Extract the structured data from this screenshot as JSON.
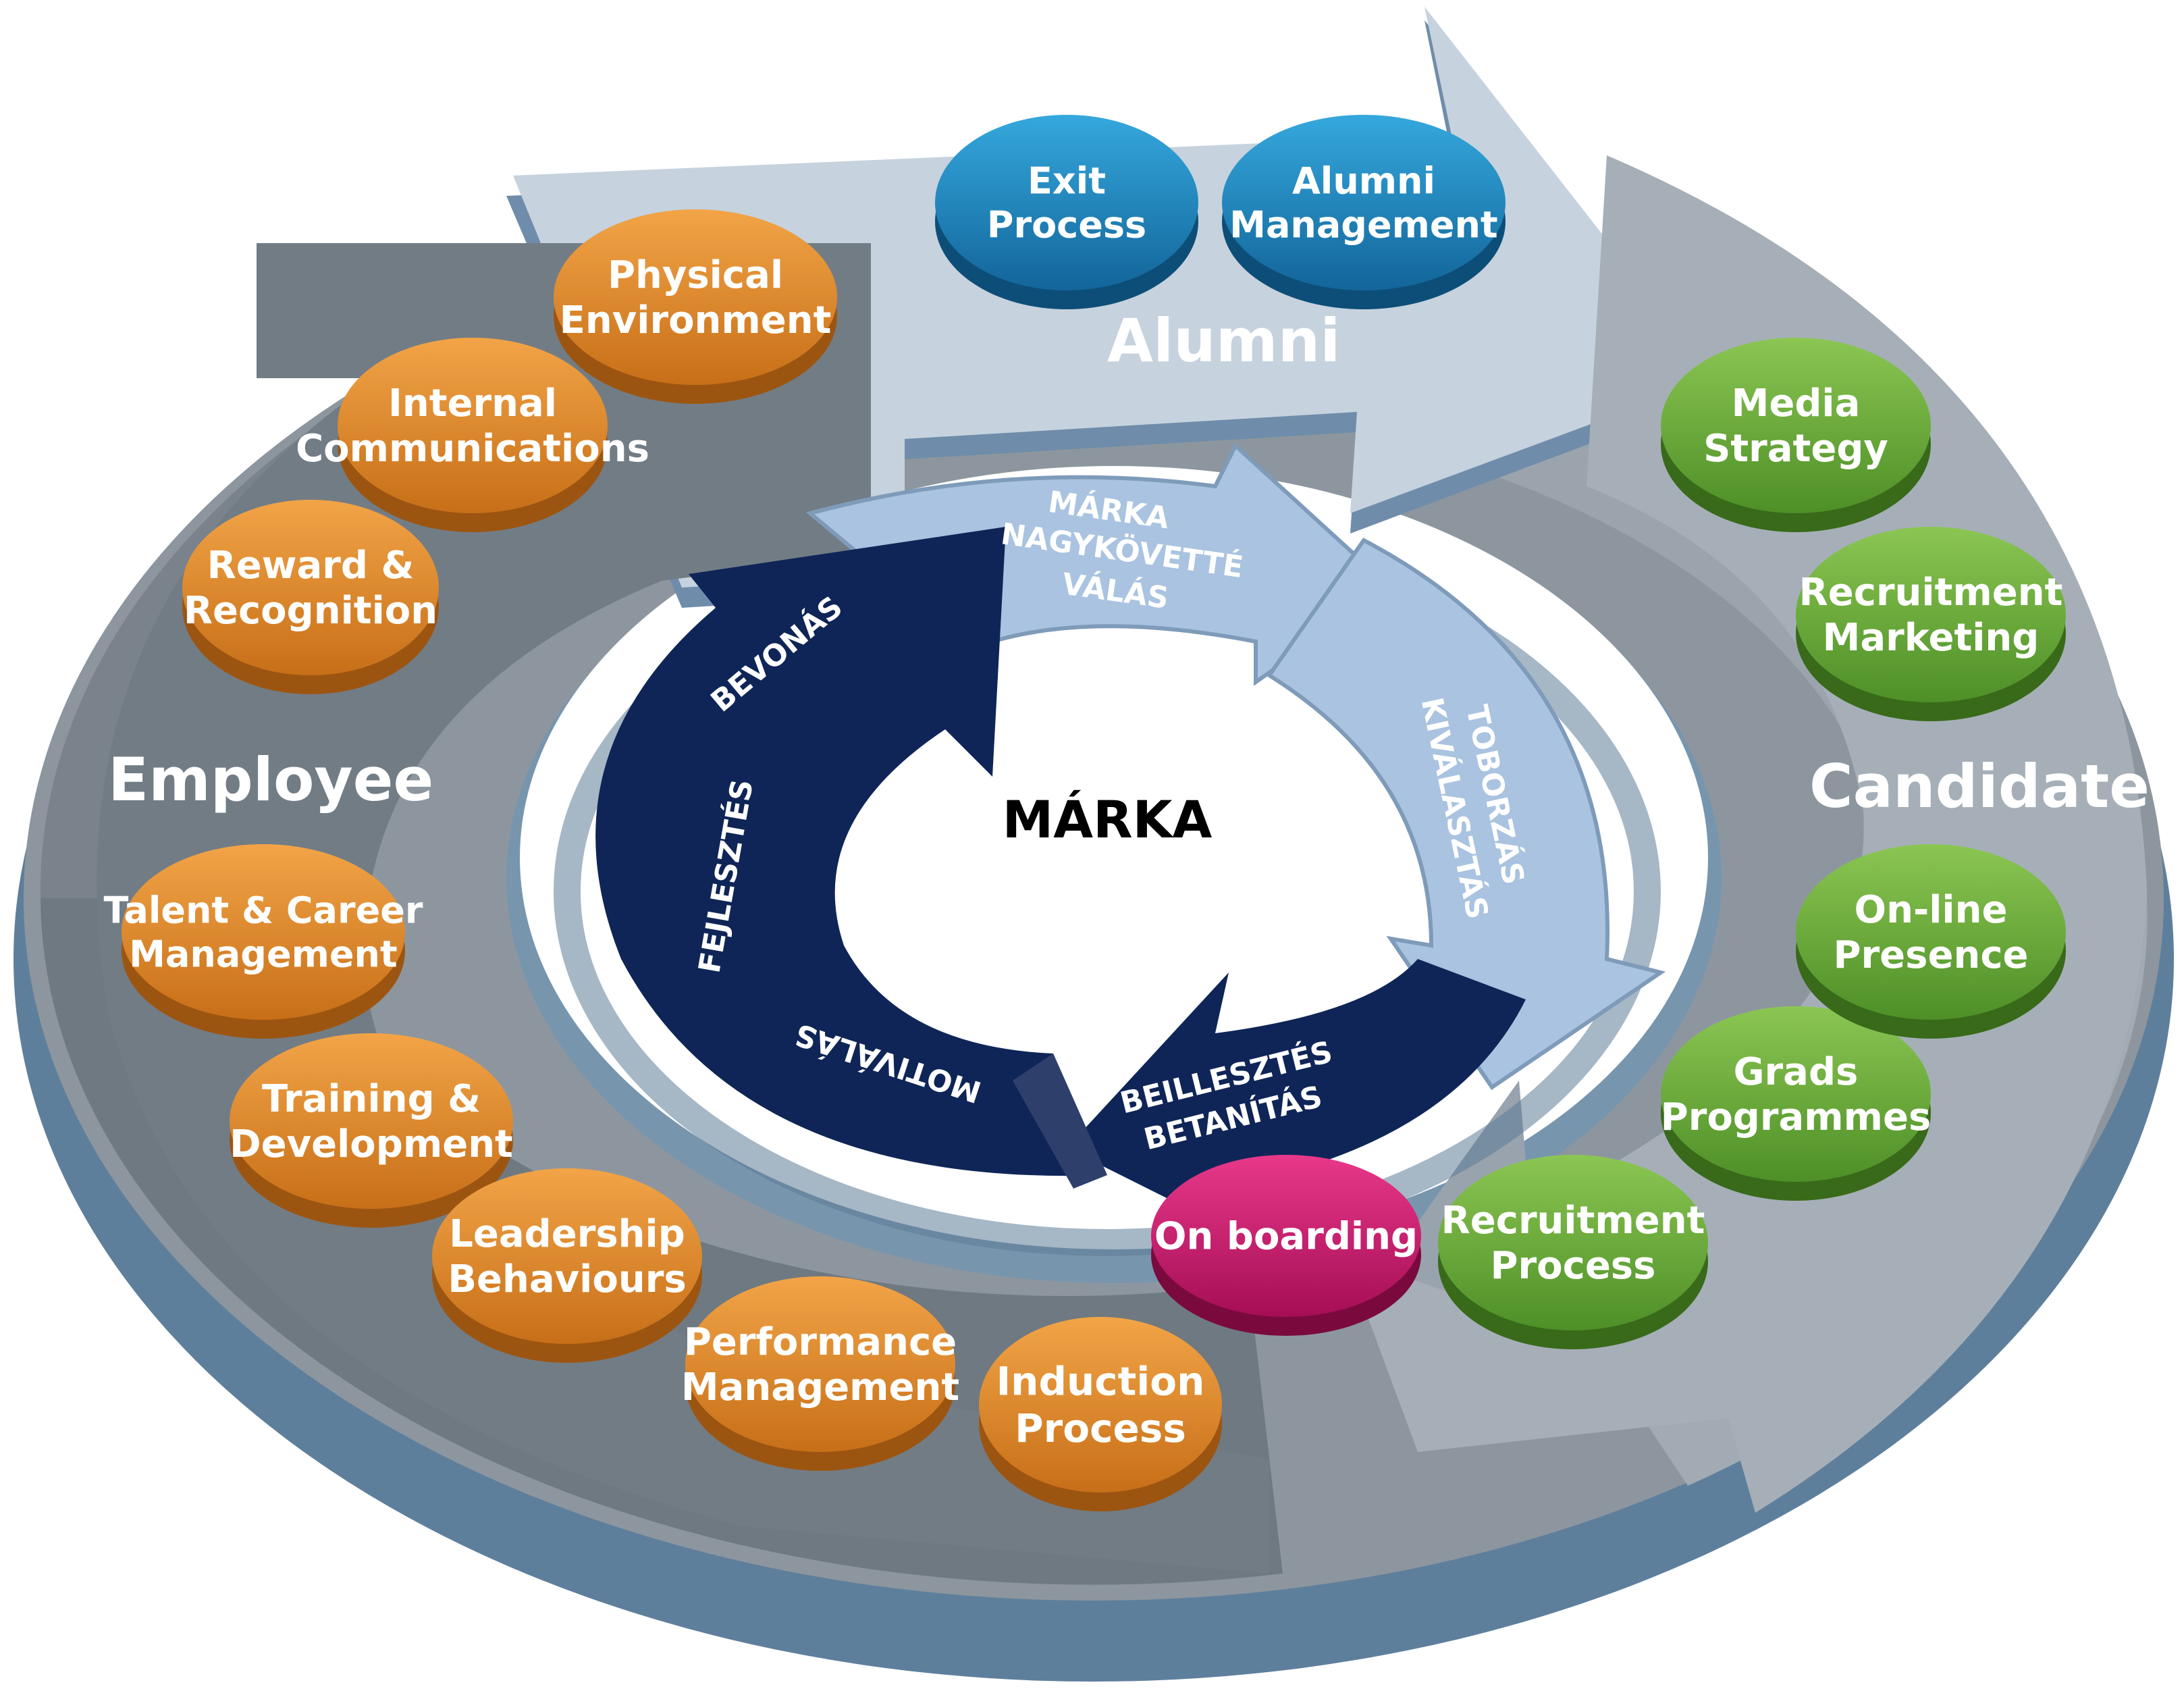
{
  "center": {
    "label": "MÁRKA"
  },
  "sections": {
    "alumni": "Alumni",
    "employee": "Employee",
    "candidate": "Candidate"
  },
  "inner_cycle": {
    "ambassador": [
      "MÁRKA",
      "NAGYKÖVETTÉ",
      "VÁLÁS"
    ],
    "recruitment": [
      "TOBORZÁS",
      "KIVÁLASZTÁS"
    ],
    "onboarding": [
      "BEILLESZTÉS",
      "BETANÍTÁS"
    ],
    "development": [
      "FEJLESZTÉS",
      "BEVONÁS",
      "MOTIVÁLÁS"
    ]
  },
  "colors": {
    "alumni_pill": "#1E8FC6",
    "employee_pill": "#E08A2C",
    "candidate_pill": "#72B03D",
    "onboarding_pill": "#D4136E",
    "dark_arrow": "#0F2557",
    "light_arrow": "#A9C3E0",
    "outer_ring": "#7E8892"
  },
  "pills": {
    "exit_process": [
      "Exit",
      "Process"
    ],
    "alumni_management": [
      "Alumni",
      "Management"
    ],
    "physical_environment": [
      "Physical",
      "Environment"
    ],
    "internal_communications": [
      "Internal",
      "Communications"
    ],
    "reward_recognition": [
      "Reward &",
      "Recognition"
    ],
    "talent_career": [
      "Talent & Career",
      "Management"
    ],
    "training_development": [
      "Training &",
      "Development"
    ],
    "leadership_behaviours": [
      "Leadership",
      "Behaviours"
    ],
    "performance_management": [
      "Performance",
      "Management"
    ],
    "induction_process": [
      "Induction",
      "Process"
    ],
    "on_boarding": [
      "On boarding"
    ],
    "recruitment_process": [
      "Recruitment",
      "Process"
    ],
    "grads_programmes": [
      "Grads",
      "Programmes"
    ],
    "online_presence": [
      "On-line",
      "Presence"
    ],
    "recruitment_marketing": [
      "Recruitment",
      "Marketing"
    ],
    "media_strategy": [
      "Media",
      "Strategy"
    ]
  }
}
